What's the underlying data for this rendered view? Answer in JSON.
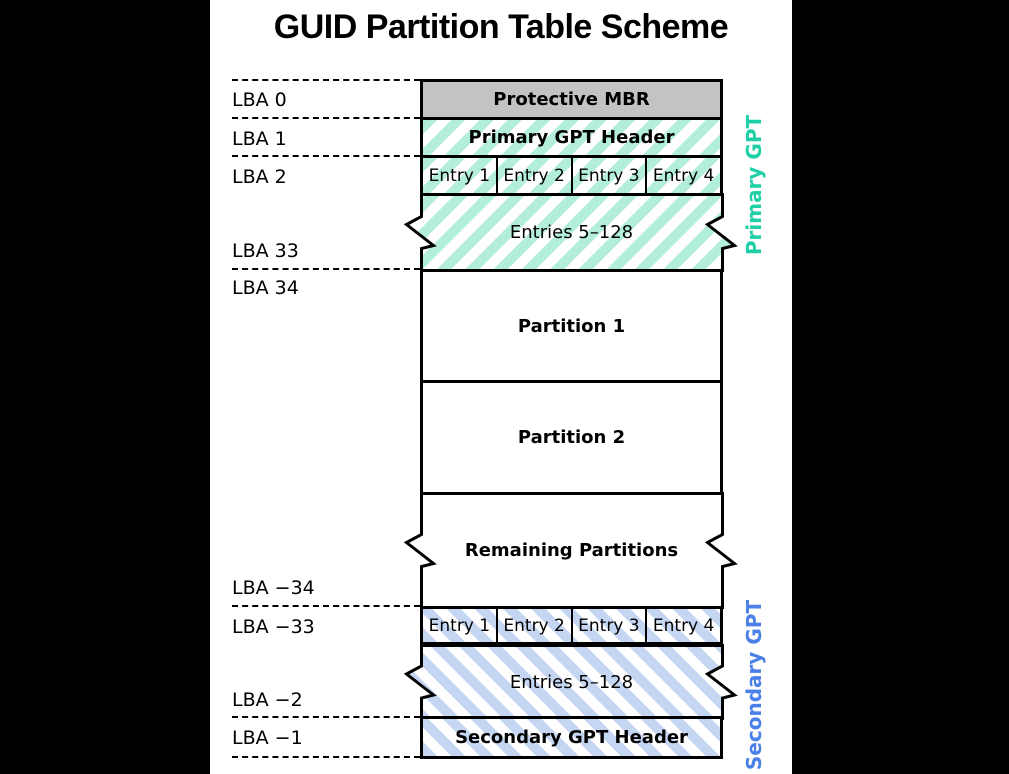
{
  "title": "GUID Partition Table Scheme",
  "diagram": {
    "lba_labels": {
      "lba0": "LBA 0",
      "lba1": "LBA 1",
      "lba2": "LBA 2",
      "lba33": "LBA 33",
      "lba34": "LBA 34",
      "lba_m34": "LBA −34",
      "lba_m33": "LBA −33",
      "lba_m2": "LBA −2",
      "lba_m1": "LBA −1"
    },
    "boxes": {
      "protective_mbr": "Protective MBR",
      "primary_gpt_header": "Primary GPT Header",
      "entries_5_128": "Entries 5–128",
      "partition_1": "Partition 1",
      "partition_2": "Partition 2",
      "remaining_partitions": "Remaining Partitions",
      "secondary_gpt_header": "Secondary GPT Header"
    },
    "entry_cells": [
      "Entry 1",
      "Entry 2",
      "Entry 3",
      "Entry 4"
    ],
    "side_labels": {
      "primary": "Primary GPT",
      "secondary": "Secondary GPT"
    },
    "colors": {
      "primary_stripe": "#b3eedd",
      "secondary_stripe": "#c5d6f3",
      "primary_label_text": "#1fcfa5",
      "secondary_label_text": "#4a80e8",
      "mbr_fill": "#c3c3c3",
      "page_background": "#000000",
      "panel_background": "#ffffff"
    }
  }
}
